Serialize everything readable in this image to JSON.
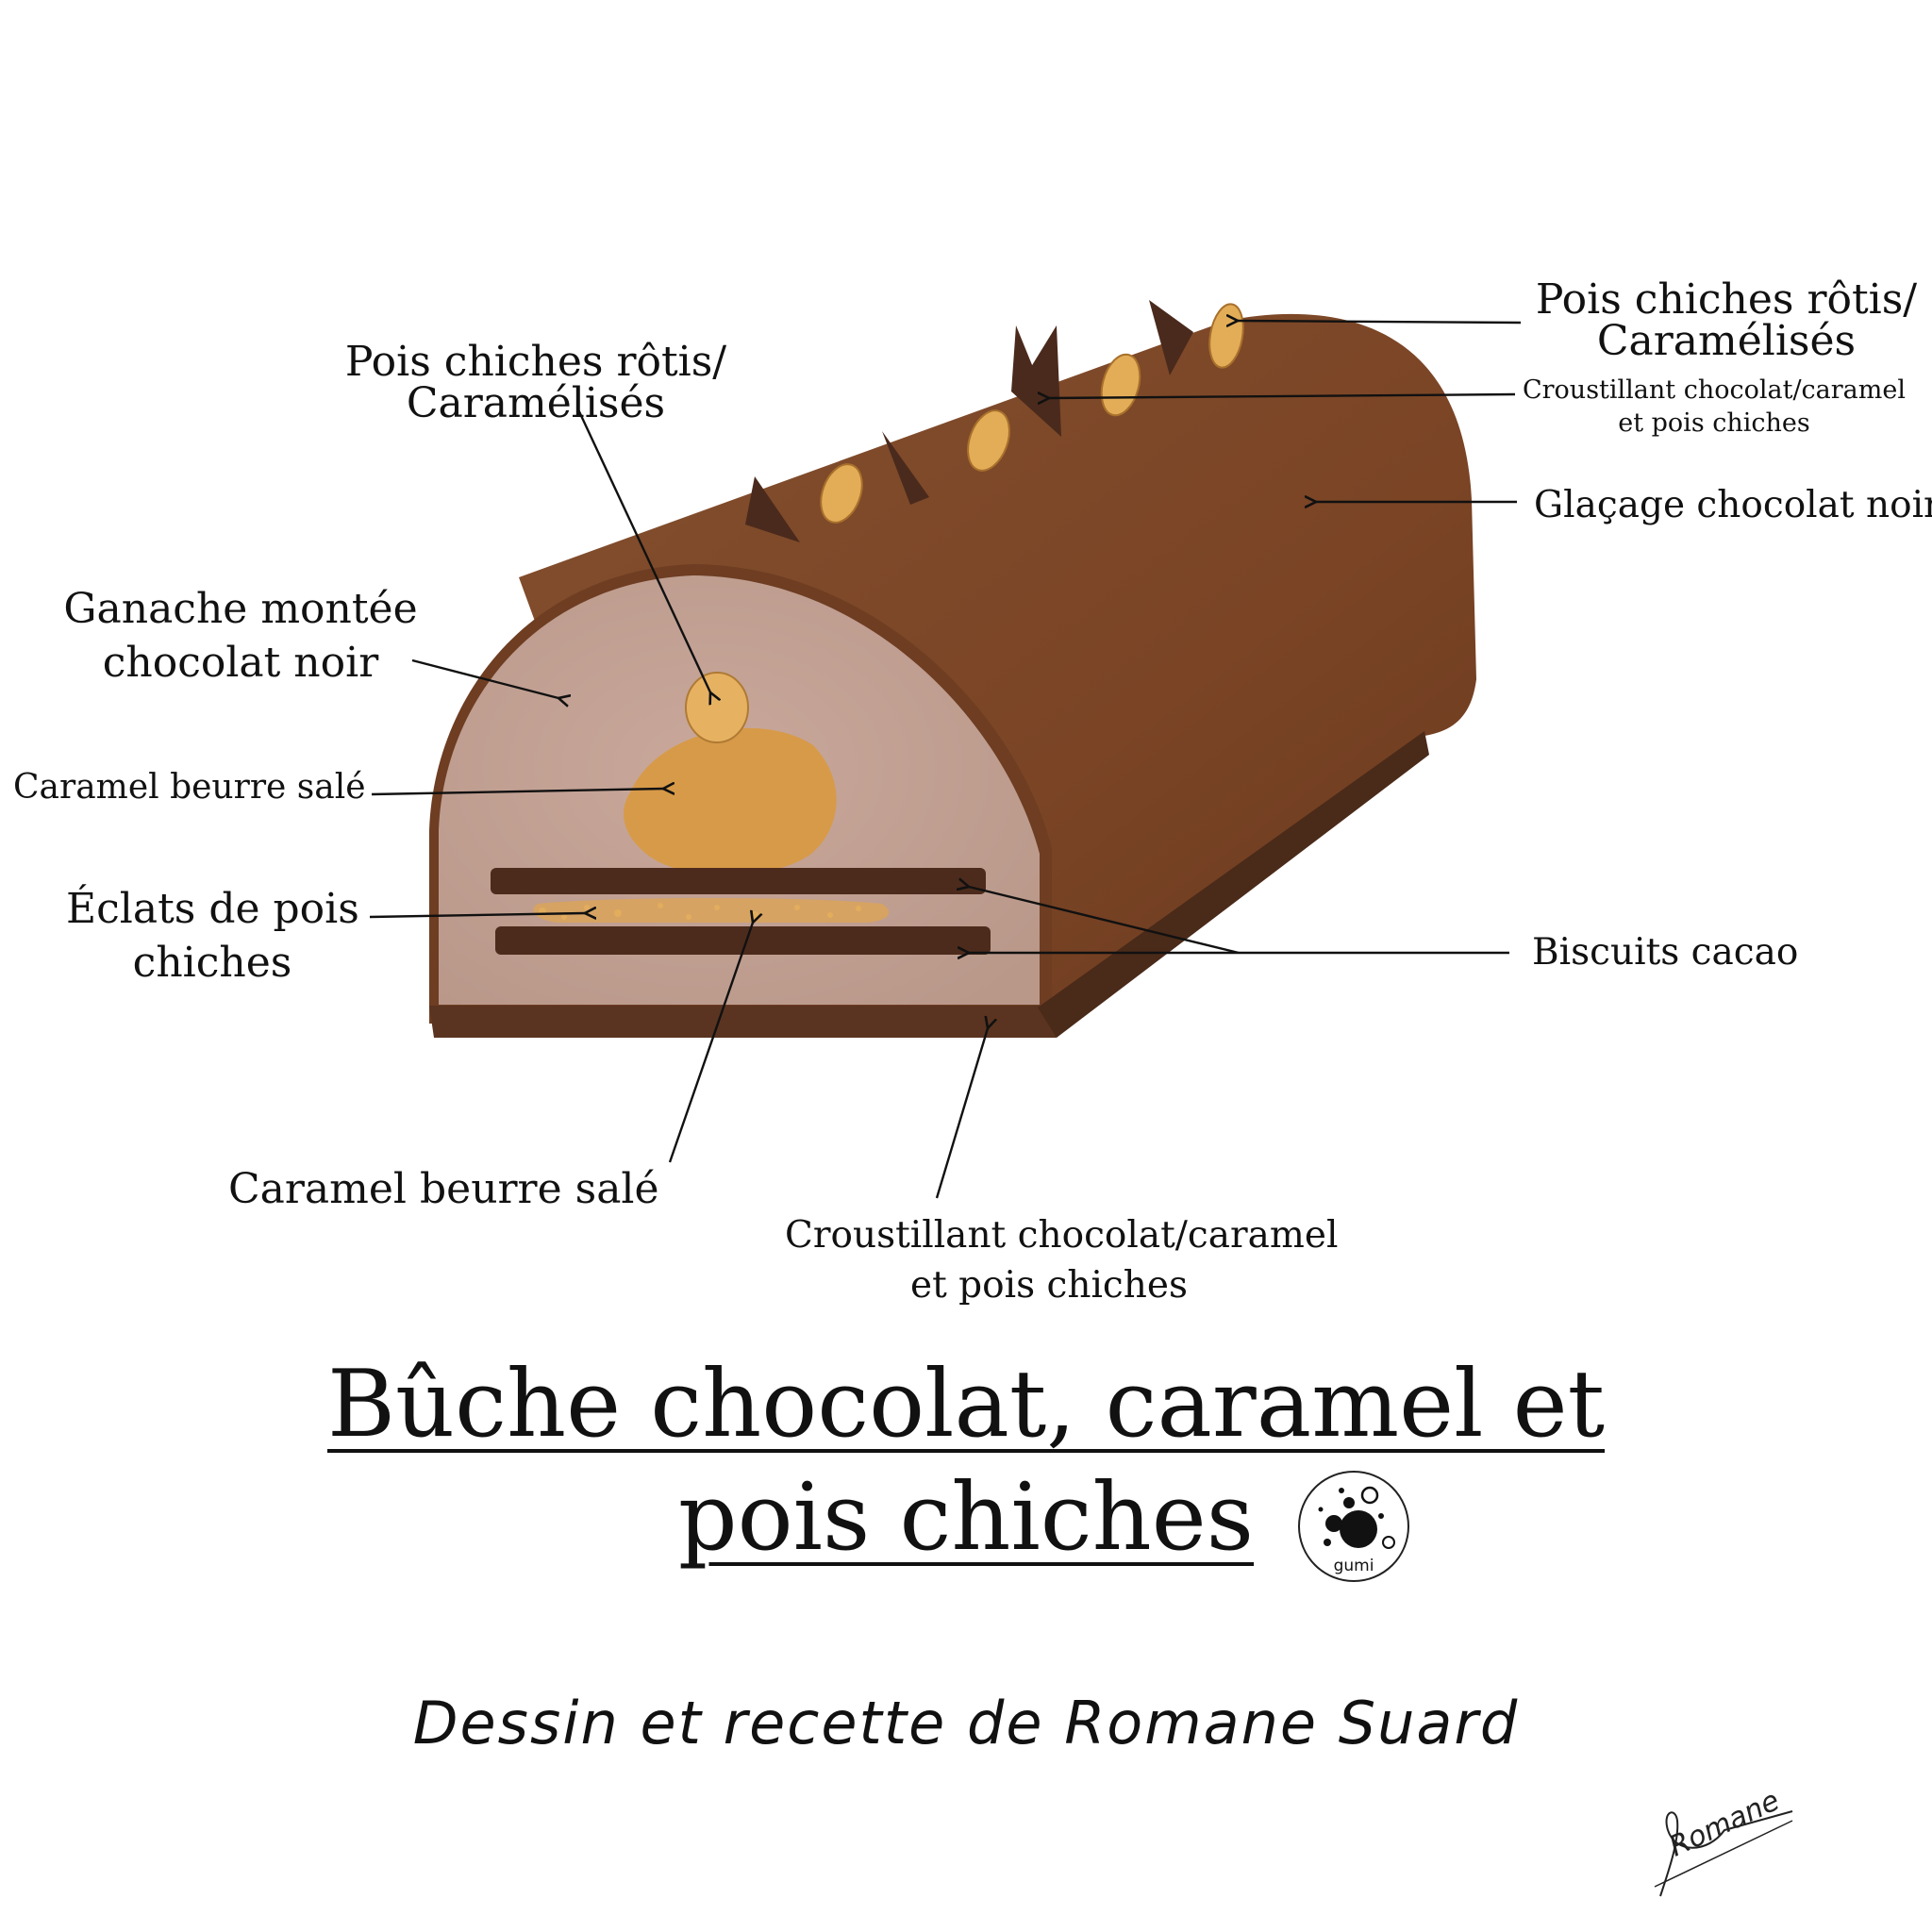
{
  "title": {
    "line1": "Bûche chocolat, caramel et",
    "line2": "pois chiches"
  },
  "subtitle": "Dessin et recette de Romane Suard",
  "logo": {
    "text": "gumi",
    "icon": "gumi-logo-icon"
  },
  "signature": {
    "text": "Romane",
    "icon": "signature-icon"
  },
  "labels": {
    "top_right_pois": {
      "line1": "Pois chiches rôtis/",
      "line2": "Caramélisés"
    },
    "top_right_croustillant": {
      "line1": "Croustillant chocolat/caramel",
      "line2": "et pois chiches"
    },
    "glacage": "Glaçage chocolat noir",
    "biscuits": "Biscuits cacao",
    "top_left_pois": {
      "line1": "Pois chiches rôtis/",
      "line2": "Caramélisés"
    },
    "ganache": {
      "line1": "Ganache montée",
      "line2": "chocolat noir"
    },
    "caramel_left": "Caramel beurre salé",
    "eclats": {
      "line1": "Éclats de pois",
      "line2": "chiches"
    },
    "caramel_bottom": "Caramel beurre salé",
    "croustillant_bottom": {
      "line1": "Croustillant chocolat/caramel",
      "line2": "et pois chiches"
    }
  },
  "colors": {
    "glaze": "#7b4526",
    "glaze_dark": "#5e321b",
    "mousse": "#c5a497",
    "caramel": "#d99c4b",
    "chickpea": "#e9b25f",
    "biscuit": "#4e2c1d",
    "crust": "#5a3421",
    "ink": "#111111"
  }
}
